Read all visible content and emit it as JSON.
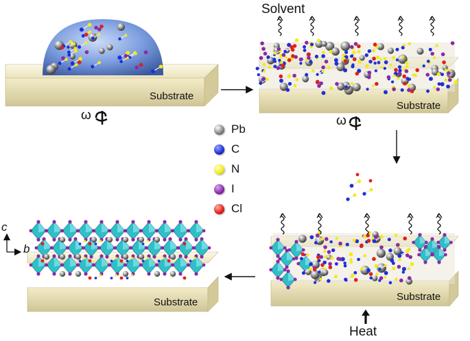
{
  "labels": {
    "substrate": "Substrate",
    "solvent": "Solvent",
    "heat": "Heat",
    "omega": "ω",
    "axis_c": "c",
    "axis_b": "b"
  },
  "legend": [
    {
      "symbol": "Pb",
      "color": "#8a8a8a"
    },
    {
      "symbol": "C",
      "color": "#1f2fd6"
    },
    {
      "symbol": "N",
      "color": "#f2ea1a"
    },
    {
      "symbol": "I",
      "color": "#8a2aa8"
    },
    {
      "symbol": "Cl",
      "color": "#e0201a"
    }
  ],
  "colors": {
    "substrate_top": "#f4efcf",
    "substrate_side": "#d9d0a4",
    "droplet": "#5b86d6",
    "octahedron": "#2fbfc8"
  }
}
